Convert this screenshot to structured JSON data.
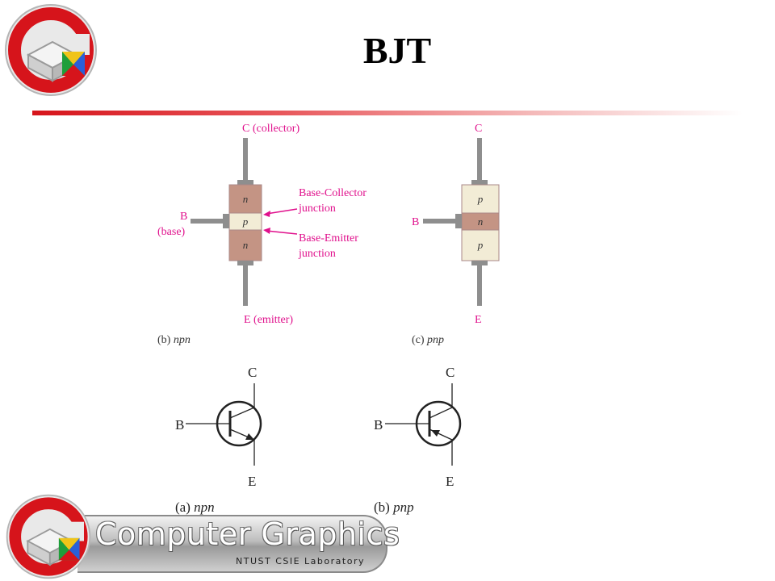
{
  "slide": {
    "title": "BJT"
  },
  "footer": {
    "brand": "Computer Graphics",
    "subtitle": "NTUST CSIE Laboratory"
  },
  "colors": {
    "accent_red": "#d6141b",
    "label_magenta": "#e0108c",
    "n_region": "#c49484",
    "p_region": "#f2ecd6",
    "lead_gray": "#8e8e8e"
  },
  "structure_npn": {
    "collector_label": "C (collector)",
    "base_label": "B",
    "base_sub": "(base)",
    "emitter_label": "E (emitter)",
    "regions": [
      "n",
      "p",
      "n"
    ],
    "bc_junction_line1": "Base-Collector",
    "bc_junction_line2": "junction",
    "be_junction_line1": "Base-Emitter",
    "be_junction_line2": "junction",
    "caption_prefix": "(b) ",
    "caption_type": "npn"
  },
  "structure_pnp": {
    "collector_label": "C",
    "base_label": "B",
    "emitter_label": "E",
    "regions": [
      "p",
      "n",
      "p"
    ],
    "caption_prefix": "(c) ",
    "caption_type": "pnp"
  },
  "symbol_npn": {
    "c": "C",
    "b": "B",
    "e": "E",
    "caption_prefix": "(a)  ",
    "caption_type": "npn"
  },
  "symbol_pnp": {
    "c": "C",
    "b": "B",
    "e": "E",
    "caption_prefix": "(b)  ",
    "caption_type": "pnp"
  }
}
